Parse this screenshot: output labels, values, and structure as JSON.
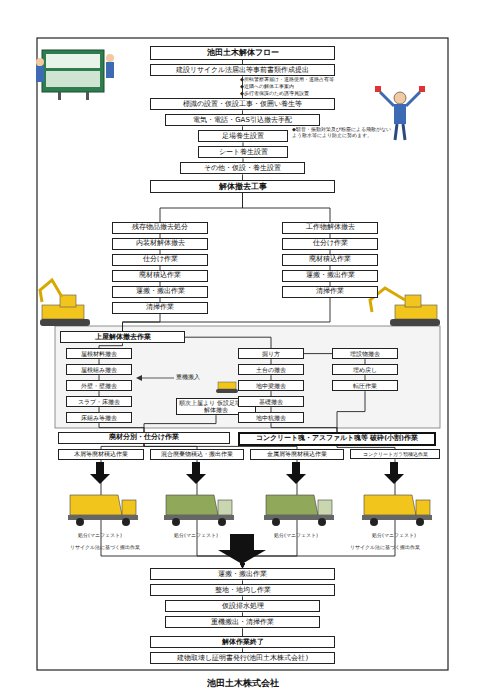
{
  "diagram": {
    "caption": "池田土木株式会社",
    "nodes": [
      {
        "text": [
          "池田土木解体フロー"
        ]
      },
      {
        "text": [
          "建設リサイクル法届出等事前書類作成提出"
        ]
      },
      {
        "text": [
          "標識の設置・仮設工事・仮囲い養生等"
        ]
      },
      {
        "text": [
          "電気・電話・GAS引込撤去手配"
        ]
      },
      {
        "text": [
          "足場養生設置"
        ]
      },
      {
        "text": [
          "シート養生設置"
        ]
      },
      {
        "text": [
          "その他・仮設・養生設置"
        ]
      },
      {
        "text": [
          "解体撤去工事"
        ]
      },
      {
        "text": [
          "残存物品撤去処分"
        ]
      },
      {
        "text": [
          "内装材解体撤去"
        ]
      },
      {
        "text": [
          "仕分け作業"
        ]
      },
      {
        "text": [
          "廃材積込作業"
        ]
      },
      {
        "text": [
          "運搬・搬出作業"
        ]
      },
      {
        "text": [
          "清掃作業"
        ]
      },
      {
        "text": [
          "工作物解体撤去"
        ]
      },
      {
        "text": [
          "仕分け作業"
        ]
      },
      {
        "text": [
          "廃材積込作業"
        ]
      },
      {
        "text": [
          "運搬・搬出作業"
        ]
      },
      {
        "text": [
          "清掃作業"
        ]
      },
      {
        "text": [
          "上屋解体撤去作業"
        ]
      },
      {
        "text": [
          "屋根材料撤去"
        ]
      },
      {
        "text": [
          "屋根組み撤去"
        ]
      },
      {
        "text": [
          "外壁・壁撤去"
        ]
      },
      {
        "text": [
          "スラブ・床撤去"
        ]
      },
      {
        "text": [
          "床組み等撤去"
        ]
      },
      {
        "text": [
          "順次上屋より 仮設足場養生解体撤去"
        ]
      },
      {
        "text": [
          "掘り方"
        ]
      },
      {
        "text": [
          "土台の撤去"
        ]
      },
      {
        "text": [
          "地中梁撤去"
        ]
      },
      {
        "text": [
          "基礎撤去"
        ]
      },
      {
        "text": [
          "地中杭撤去"
        ]
      },
      {
        "text": [
          "埋設物撤去"
        ]
      },
      {
        "text": [
          "埋め戻し"
        ]
      },
      {
        "text": [
          "転圧作業"
        ]
      },
      {
        "text": [
          "廃材分別・仕分け作業"
        ]
      },
      {
        "text": [
          "コンクリート魂・アスファルト魂等 破砕(小割)作業"
        ]
      },
      {
        "text": [
          "木屑等廃材積込作業"
        ]
      },
      {
        "text": [
          "混合廃棄物積込・搬出作業"
        ]
      },
      {
        "text": [
          "金属屑等廃材積込作業"
        ]
      },
      {
        "text": [
          "コンクリートガラ類積込作業"
        ]
      },
      {
        "text": [
          "運搬・搬出作業"
        ]
      },
      {
        "text": [
          "整地・地均し作業"
        ]
      },
      {
        "text": [
          "仮設排水処理"
        ]
      },
      {
        "text": [
          "重機搬出・清掃作業"
        ]
      },
      {
        "text": [
          "解体作業終了"
        ]
      },
      {
        "text": [
          "建物取壊し証明書発行(池田土木株式会社)"
        ]
      }
    ],
    "edges": [
      {
        "from": 0,
        "to": 1,
        "arrow": "none"
      },
      {
        "from": 1,
        "to": 2,
        "arrow": "none"
      },
      {
        "from": 2,
        "to": 3,
        "arrow": "none"
      },
      {
        "from": 3,
        "to": 4,
        "arrow": "none"
      },
      {
        "from": 4,
        "to": 5,
        "arrow": "none"
      },
      {
        "from": 5,
        "to": 6,
        "arrow": "none"
      },
      {
        "from": 6,
        "to": 7,
        "arrow": "none"
      },
      {
        "from": 7,
        "to": 8,
        "arrow": "none"
      },
      {
        "from": 7,
        "to": 14,
        "arrow": "none"
      },
      {
        "from": 8,
        "to": 9,
        "arrow": "none"
      },
      {
        "from": 9,
        "to": 10,
        "arrow": "none"
      },
      {
        "from": 10,
        "to": 11,
        "arrow": "none"
      },
      {
        "from": 11,
        "to": 12,
        "arrow": "none"
      },
      {
        "from": 12,
        "to": 13,
        "arrow": "none"
      },
      {
        "from": 14,
        "to": 15,
        "arrow": "none"
      },
      {
        "from": 15,
        "to": 16,
        "arrow": "none"
      },
      {
        "from": 16,
        "to": 17,
        "arrow": "none"
      },
      {
        "from": 17,
        "to": 18,
        "arrow": "none"
      },
      {
        "from": 13,
        "to": 19,
        "arrow": "none"
      },
      {
        "from": 18,
        "to": 19,
        "arrow": "none"
      },
      {
        "from": 19,
        "to": 20,
        "arrow": "none"
      },
      {
        "from": 20,
        "to": 21,
        "arrow": "none"
      },
      {
        "from": 21,
        "to": 22,
        "arrow": "none"
      },
      {
        "from": 22,
        "to": 23,
        "arrow": "none"
      },
      {
        "from": 23,
        "to": 24,
        "arrow": "none"
      },
      {
        "from": 19,
        "to": 26,
        "arrow": "none"
      },
      {
        "from": 26,
        "to": 27,
        "arrow": "none"
      },
      {
        "from": 27,
        "to": 28,
        "arrow": "none"
      },
      {
        "from": 28,
        "to": 29,
        "arrow": "none"
      },
      {
        "from": 29,
        "to": 30,
        "arrow": "none"
      },
      {
        "from": 26,
        "to": 31,
        "arrow": "none"
      },
      {
        "from": 31,
        "to": 32,
        "arrow": "none"
      },
      {
        "from": 32,
        "to": 33,
        "arrow": "none"
      },
      {
        "from": 24,
        "to": 34,
        "arrow": "none"
      },
      {
        "from": 25,
        "to": 34,
        "arrow": "none"
      },
      {
        "from": 30,
        "to": 35,
        "arrow": "none"
      },
      {
        "from": 33,
        "to": 35,
        "arrow": "none"
      },
      {
        "from": 34,
        "to": 36,
        "arrow": "none"
      },
      {
        "from": 34,
        "to": 37,
        "arrow": "none"
      },
      {
        "from": 34,
        "to": 38,
        "arrow": "none"
      },
      {
        "from": 35,
        "to": 39,
        "arrow": "none"
      },
      {
        "from": 36,
        "to": 40,
        "arrow": "to"
      },
      {
        "from": 37,
        "to": 40,
        "arrow": "to"
      },
      {
        "from": 38,
        "to": 40,
        "arrow": "to"
      },
      {
        "from": 39,
        "to": 40,
        "arrow": "to"
      },
      {
        "from": 40,
        "to": 41,
        "arrow": "none"
      },
      {
        "from": 41,
        "to": 42,
        "arrow": "none"
      },
      {
        "from": 42,
        "to": 43,
        "arrow": "none"
      },
      {
        "from": 43,
        "to": 44,
        "arrow": "none"
      },
      {
        "from": 44,
        "to": 45,
        "arrow": "none"
      }
    ],
    "labels": [
      "◆所轄警察署届け・道路使用・道路占有等",
      "◆近隣への解体工事案内",
      "◆歩行者保護のため誘導員設置",
      "◆騒音・振動対策及び粉塵による飛散がないよう散水等により防止に努めます。",
      "重機搬入",
      "処分(マニフェスト)",
      "処分(マニフェスト)",
      "処分(マニフェスト)",
      "処分(マニフェスト)",
      "リサイクル法に基づく搬出作業",
      "リサイクル法に基づく搬出作業"
    ]
  }
}
